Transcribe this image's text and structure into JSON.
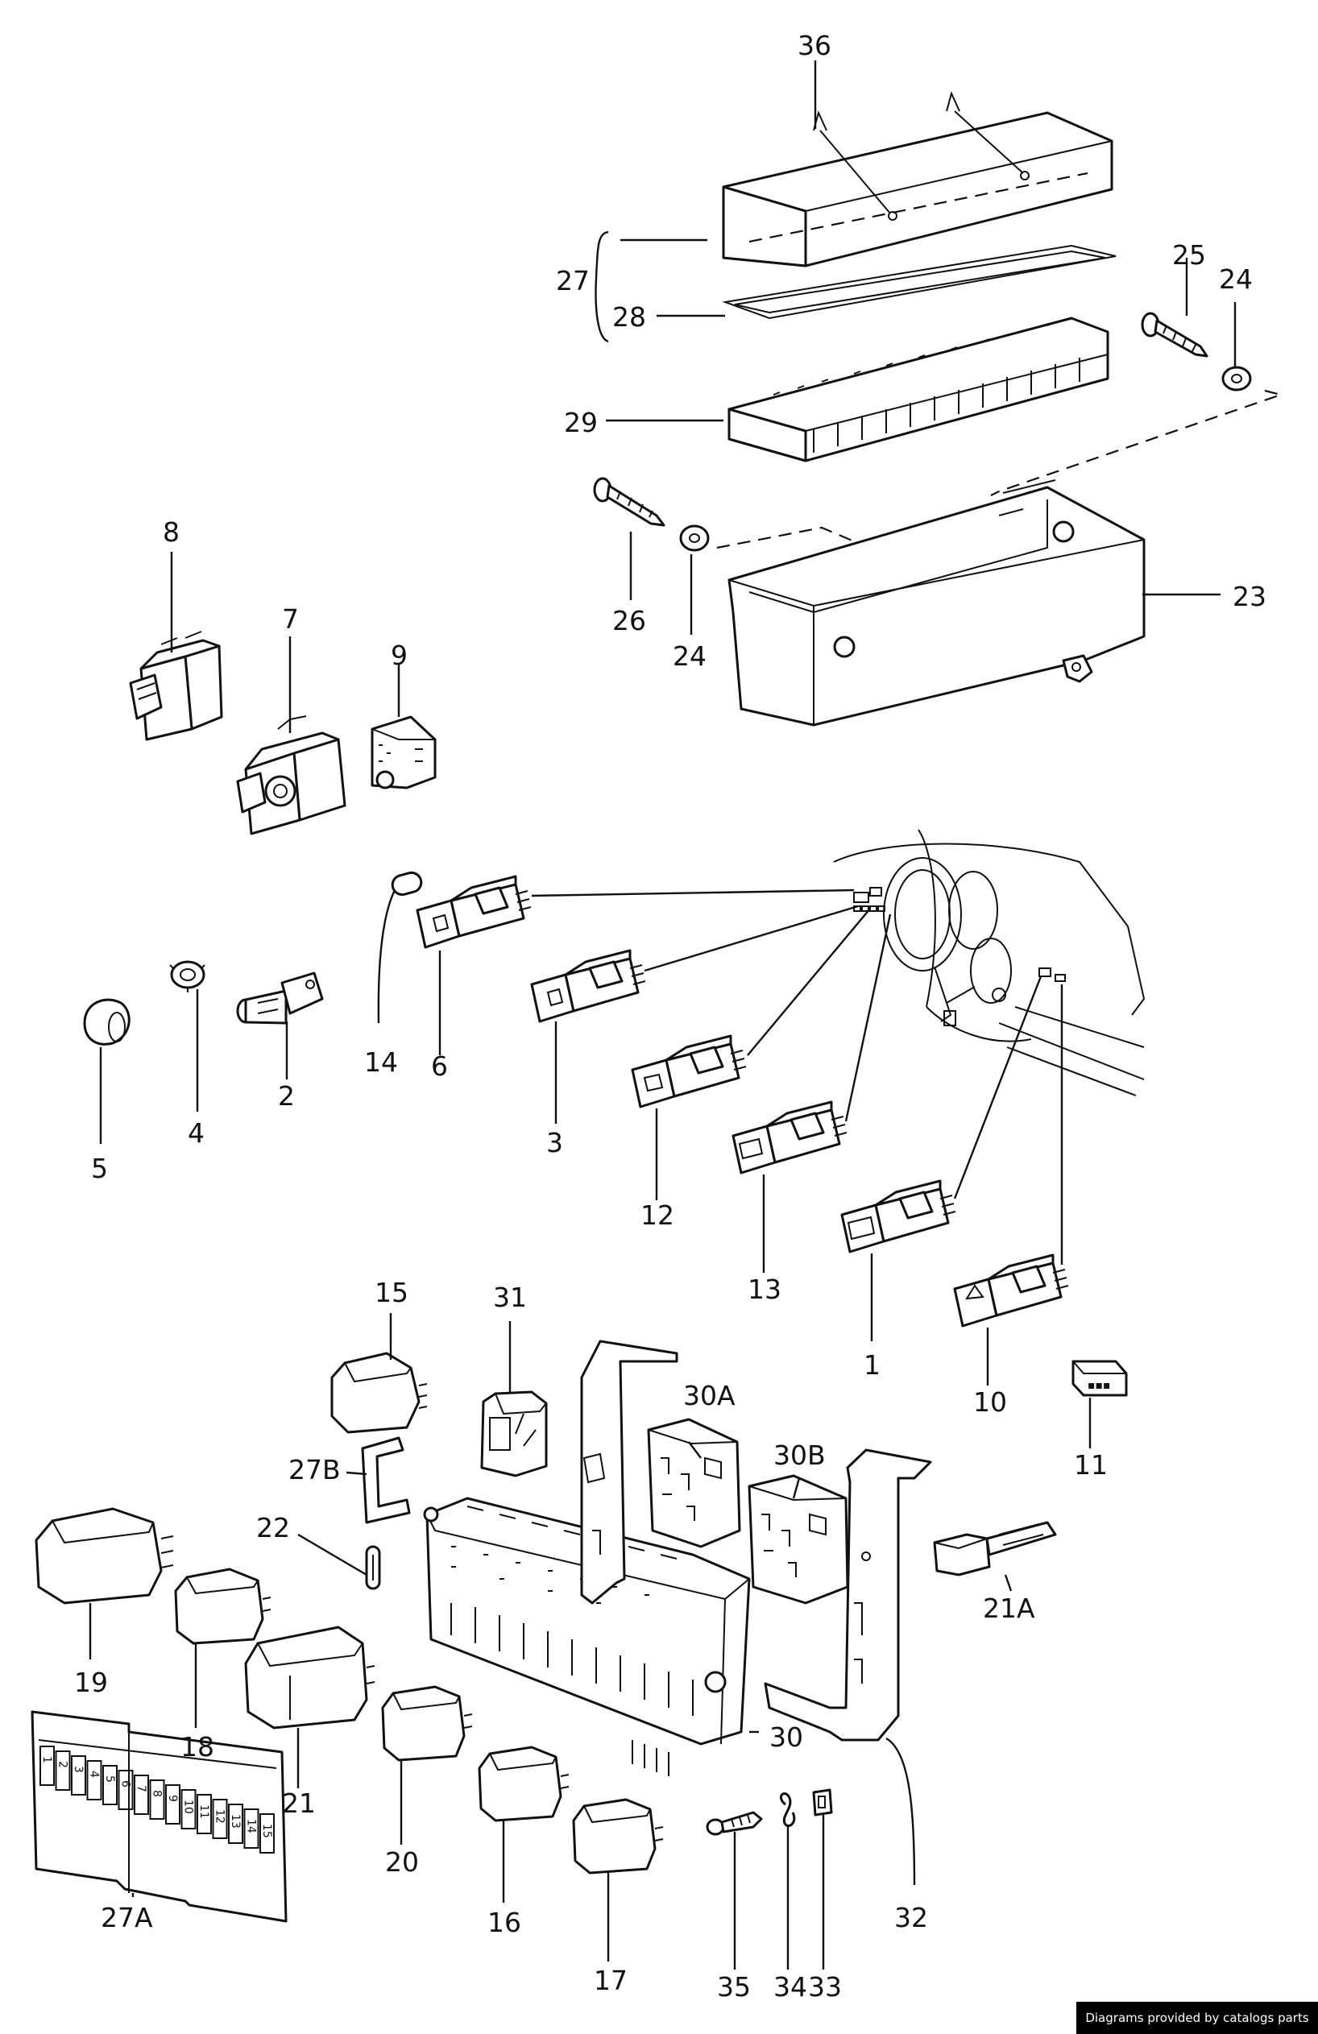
{
  "labels": {
    "l36": "36",
    "l27": "27",
    "l28": "28",
    "l25": "25",
    "l24a": "24",
    "l29": "29",
    "l26": "26",
    "l24b": "24",
    "l23": "23",
    "l8": "8",
    "l7": "7",
    "l9": "9",
    "l14": "14",
    "l6": "6",
    "l2": "2",
    "l4": "4",
    "l5": "5",
    "l3": "3",
    "l12": "12",
    "l13": "13",
    "l1": "1",
    "l10": "10",
    "l11": "11",
    "l15": "15",
    "l31": "31",
    "l30A": "30A",
    "l30B": "30B",
    "l27B": "27B",
    "l22": "22",
    "l19": "19",
    "l18": "18",
    "l21": "21",
    "l21A": "21A",
    "l30": "30",
    "l32": "32",
    "l20": "20",
    "l16": "16",
    "l17": "17",
    "l35": "35",
    "l34": "34",
    "l33": "33",
    "l27A": "27A"
  },
  "fuse_numbers": [
    "1",
    "2",
    "3",
    "4",
    "5",
    "6",
    "7",
    "8",
    "9",
    "10",
    "11",
    "12",
    "13",
    "14",
    "15"
  ],
  "credit": "Diagrams provided by catalogs parts"
}
